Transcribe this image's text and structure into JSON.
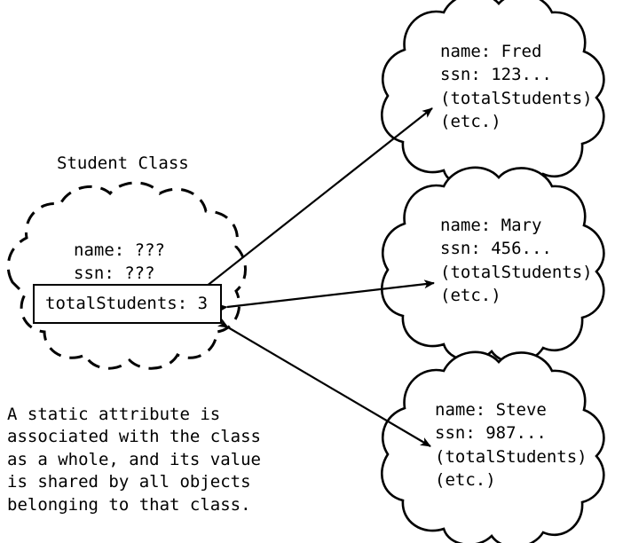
{
  "diagram": {
    "title_text": "Student Class",
    "background_color": "#ffffff",
    "stroke_color": "#000000",
    "class_cloud": {
      "name": "Student Class",
      "style": "dashed",
      "attributes": [
        "name: ???",
        "ssn: ???"
      ],
      "attributes_block": "name: ???\nssn: ???",
      "static_attribute": {
        "label": "totalStudents: 3",
        "field": "totalStudents",
        "value": "3",
        "boxed": true
      }
    },
    "objects": [
      {
        "id": "object-fred",
        "style": "solid",
        "lines": [
          "name: Fred",
          "ssn: 123...",
          "(totalStudents)",
          "(etc.)"
        ],
        "text_block": "name: Fred\nssn: 123...\n(totalStudents)\n(etc.)",
        "name_value": "Fred",
        "ssn_value": "123..."
      },
      {
        "id": "object-mary",
        "style": "solid",
        "lines": [
          "name: Mary",
          "ssn: 456...",
          "(totalStudents)",
          "(etc.)"
        ],
        "text_block": "name: Mary\nssn: 456...\n(totalStudents)\n(etc.)",
        "name_value": "Mary",
        "ssn_value": "456..."
      },
      {
        "id": "object-steve",
        "style": "solid",
        "lines": [
          "name: Steve",
          "ssn: 987...",
          "(totalStudents)",
          "(etc.)"
        ],
        "text_block": "name: Steve\nssn: 987...\n(totalStudents)\n(etc.)",
        "name_value": "Steve",
        "ssn_value": "987..."
      }
    ],
    "connectors": [
      {
        "id": "connector-fred",
        "arrowheads": "double",
        "from": "totalStudents-box",
        "to": "object-fred"
      },
      {
        "id": "connector-mary",
        "arrowheads": "double",
        "from": "totalStudents-box",
        "to": "object-mary"
      },
      {
        "id": "connector-steve",
        "arrowheads": "double",
        "from": "totalStudents-box",
        "to": "object-steve"
      }
    ],
    "caption": {
      "lines": [
        "A static attribute is",
        "associated with the class",
        "as a whole, and its value",
        "is shared by all objects",
        "belonging to that class."
      ],
      "text_block": "A static attribute is\nassociated with the class\nas a whole, and its value\nis shared by all objects\nbelonging to that class."
    }
  }
}
